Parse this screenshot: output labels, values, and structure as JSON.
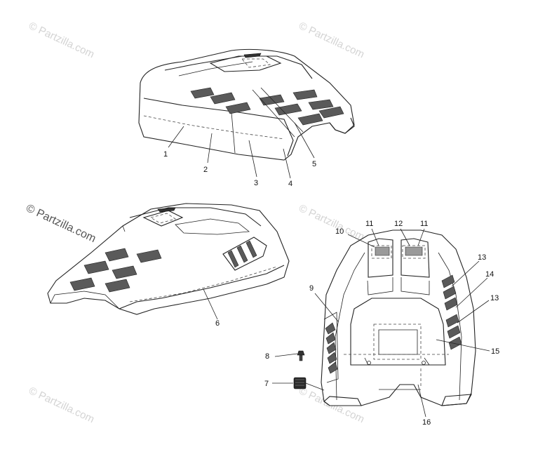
{
  "watermark": {
    "text": "© Partzilla.com",
    "color": "#d4d4d4",
    "prominent_color": "#555555"
  },
  "callouts": [
    {
      "id": "1",
      "label": "1"
    },
    {
      "id": "2",
      "label": "2"
    },
    {
      "id": "3",
      "label": "3"
    },
    {
      "id": "4",
      "label": "4"
    },
    {
      "id": "5",
      "label": "5"
    },
    {
      "id": "6",
      "label": "6"
    },
    {
      "id": "7",
      "label": "7"
    },
    {
      "id": "8",
      "label": "8"
    },
    {
      "id": "9",
      "label": "9"
    },
    {
      "id": "10",
      "label": "10"
    },
    {
      "id": "11a",
      "label": "11"
    },
    {
      "id": "12",
      "label": "12"
    },
    {
      "id": "11b",
      "label": "11"
    },
    {
      "id": "13a",
      "label": "13"
    },
    {
      "id": "14",
      "label": "14"
    },
    {
      "id": "13b",
      "label": "13"
    },
    {
      "id": "15",
      "label": "15"
    },
    {
      "id": "16",
      "label": "16"
    }
  ]
}
